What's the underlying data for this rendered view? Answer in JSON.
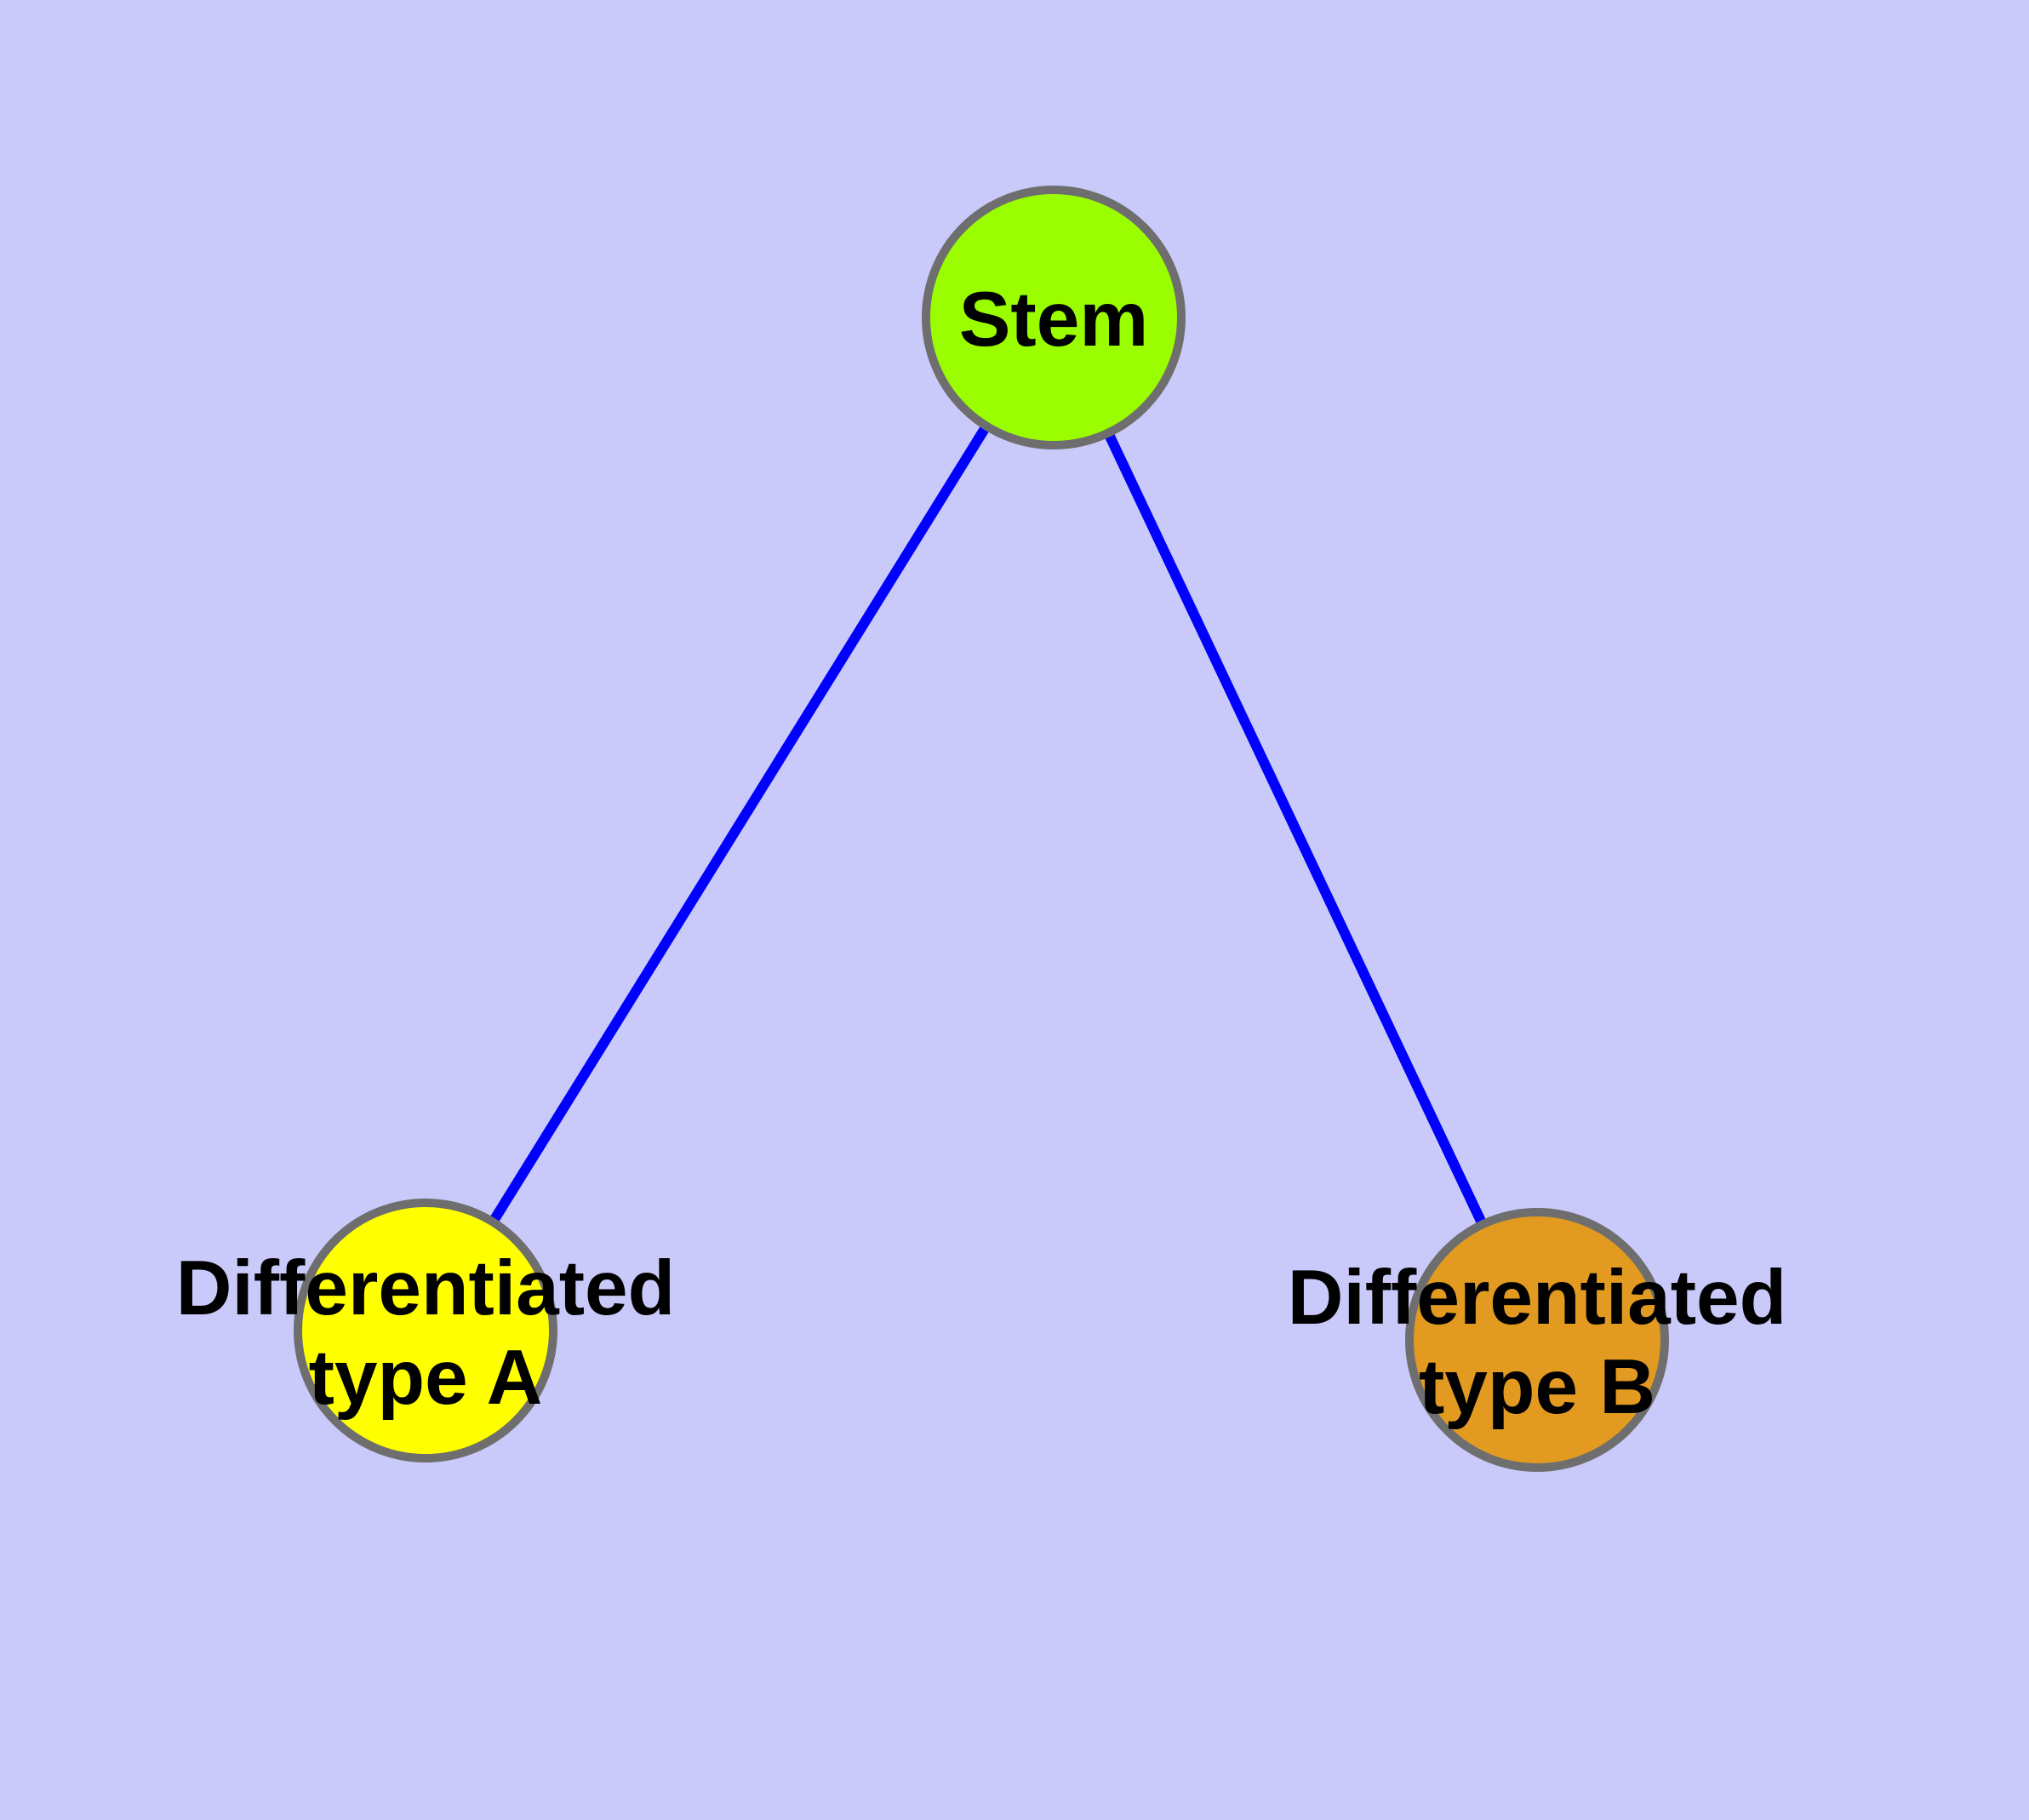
{
  "diagram": {
    "background_color": "#CACAFA",
    "edge_color": "#0000FF",
    "node_border_color": "#6E6E6E",
    "label_color": "#000000",
    "nodes": {
      "stem": {
        "label": "Stem",
        "fill": "#9AFE00"
      },
      "type_a": {
        "label_line1": "Differentiated",
        "label_line2": "type A",
        "fill": "#FFFF00"
      },
      "type_b": {
        "label_line1": "Differentiated",
        "label_line2": "type B",
        "fill": "#E29A20"
      }
    },
    "edges": [
      {
        "from": "Stem",
        "to": "Differentiated type A"
      },
      {
        "from": "Stem",
        "to": "Differentiated type B"
      }
    ]
  }
}
